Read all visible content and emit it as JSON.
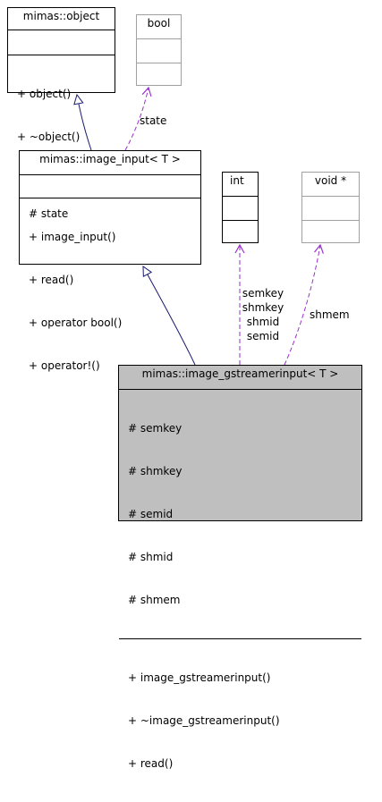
{
  "colors": {
    "inheritance_edge": "#191970",
    "usage_edge": "#9a32cd",
    "highlight_fill": "#bfbfbf",
    "external_border": "#a0a0a0"
  },
  "classes": {
    "object": {
      "name": "mimas::object",
      "attributes": [],
      "methods": [
        "+ object()",
        "+ ~object()"
      ]
    },
    "bool": {
      "name": "bool"
    },
    "image_input": {
      "name": "mimas::image_input< T >",
      "attributes": [
        "# state"
      ],
      "methods": [
        "+ image_input()",
        "+ read()",
        "+ operator bool()",
        "+ operator!()"
      ]
    },
    "int": {
      "name": "int"
    },
    "void_ptr": {
      "name": "void *"
    },
    "image_gstreamerinput": {
      "name": "mimas::image_gstreamerinput< T >",
      "attributes": [
        "# semkey",
        "# shmkey",
        "# semid",
        "# shmid",
        "# shmem"
      ],
      "methods": [
        "+ image_gstreamerinput()",
        "+ ~image_gstreamerinput()",
        "+ read()"
      ]
    }
  },
  "edge_labels": {
    "state": "state",
    "int_members": [
      "semkey",
      "shmkey",
      "shmid",
      "semid"
    ],
    "shmem": "shmem"
  }
}
